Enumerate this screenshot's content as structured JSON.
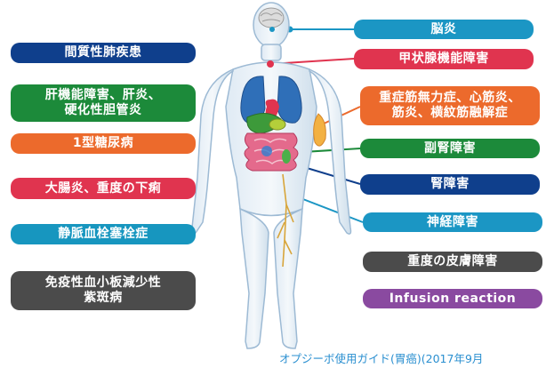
{
  "left_labels": [
    {
      "text": "間質性肺疾患",
      "color": "#0f3f8c"
    },
    {
      "text": "肝機能障害、肝炎、\n硬化性胆管炎",
      "color": "#1c8a3a"
    },
    {
      "text": "1型糖尿病",
      "color": "#ec6a2c"
    },
    {
      "text": "大腸炎、重度の下痢",
      "color": "#e0344f"
    },
    {
      "text": "静脈血栓塞栓症",
      "color": "#1796bf"
    },
    {
      "text": "免疫性血小板減少性\n紫斑病",
      "color": "#4b4b4b"
    }
  ],
  "right_labels": [
    {
      "text": "脳炎",
      "color": "#1b96c4"
    },
    {
      "text": "甲状腺機能障害",
      "color": "#e0344f"
    },
    {
      "text": "重症筋無力症、心筋炎、\n筋炎、横紋筋融解症",
      "color": "#ec6a2c"
    },
    {
      "text": "副腎障害",
      "color": "#1c8a3a"
    },
    {
      "text": "腎障害",
      "color": "#0f3f8c"
    },
    {
      "text": "神経障害",
      "color": "#1b96c4"
    },
    {
      "text": "重度の皮膚障害",
      "color": "#4b4b4b"
    },
    {
      "text": "Infusion reaction",
      "color": "#8a4aa0"
    }
  ],
  "caption": "オプジーボ使用ガイド(胃癌)(2017年9月",
  "figure": {
    "body_color": "#bcd6ea",
    "outline_color": "#a9c5dc"
  },
  "icons": [
    "human-body-figure",
    "brain-icon",
    "lungs-icon",
    "heart-icon",
    "liver-icon",
    "intestines-icon",
    "muscle-icon",
    "nerve-icon"
  ]
}
